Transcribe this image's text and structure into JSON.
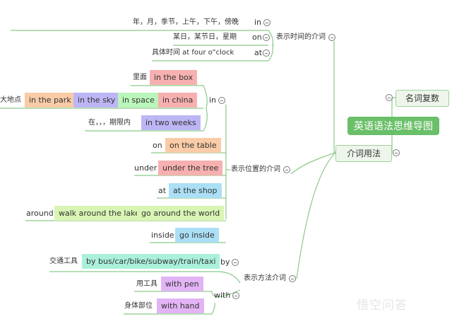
{
  "root": "英语语法思维导图",
  "branch_plural": "名词复数",
  "branch_prep": "介词用法",
  "time": {
    "title": "表示时间的介词",
    "rows": [
      {
        "prep": "in",
        "desc": "年，月，季节，上午，下午，傍晚"
      },
      {
        "prep": "on",
        "desc": "某日，某节日，星期"
      },
      {
        "prep": "at",
        "desc": "具体时间  at four o”clock"
      }
    ]
  },
  "place": {
    "title": "表示位置的介词",
    "in": {
      "label": "in",
      "inside_label": "里面",
      "inside": "in the box",
      "big_label": "大地点",
      "big": [
        "in the park",
        "in the sky",
        "in space",
        "in china"
      ],
      "period_label": "在，，，期限内",
      "period": "in two weeks"
    },
    "on": {
      "label": "on",
      "ex": "on the table"
    },
    "under": {
      "label": "under",
      "ex": "under the tree"
    },
    "at": {
      "label": "at",
      "ex": "at the shop"
    },
    "around": {
      "label": "around",
      "ex": [
        "walk around the lake",
        "go around the world"
      ]
    },
    "inside": {
      "label": "inside",
      "ex": "go inside"
    }
  },
  "method": {
    "title": "表示方法介词",
    "by": {
      "label": "by",
      "desc": "交通工具",
      "ex": "by bus/car/bike/subway/train/taxi"
    },
    "with": {
      "label": "with",
      "tool_label": "用工具",
      "tool": "with pen",
      "body_label": "身体部位",
      "body": "with hand"
    }
  },
  "watermark": "悟空问答",
  "colors": {
    "line": "#8cc98a",
    "root": "#6abf69",
    "pink": "#f7b0b0",
    "orange": "#f9cba6",
    "lavender": "#bcb6f5",
    "green": "#baf5ba",
    "blue": "#abdff5",
    "lightgreen": "#d8f5b4",
    "teal": "#aaf0dc",
    "violet": "#e2b4f5"
  }
}
